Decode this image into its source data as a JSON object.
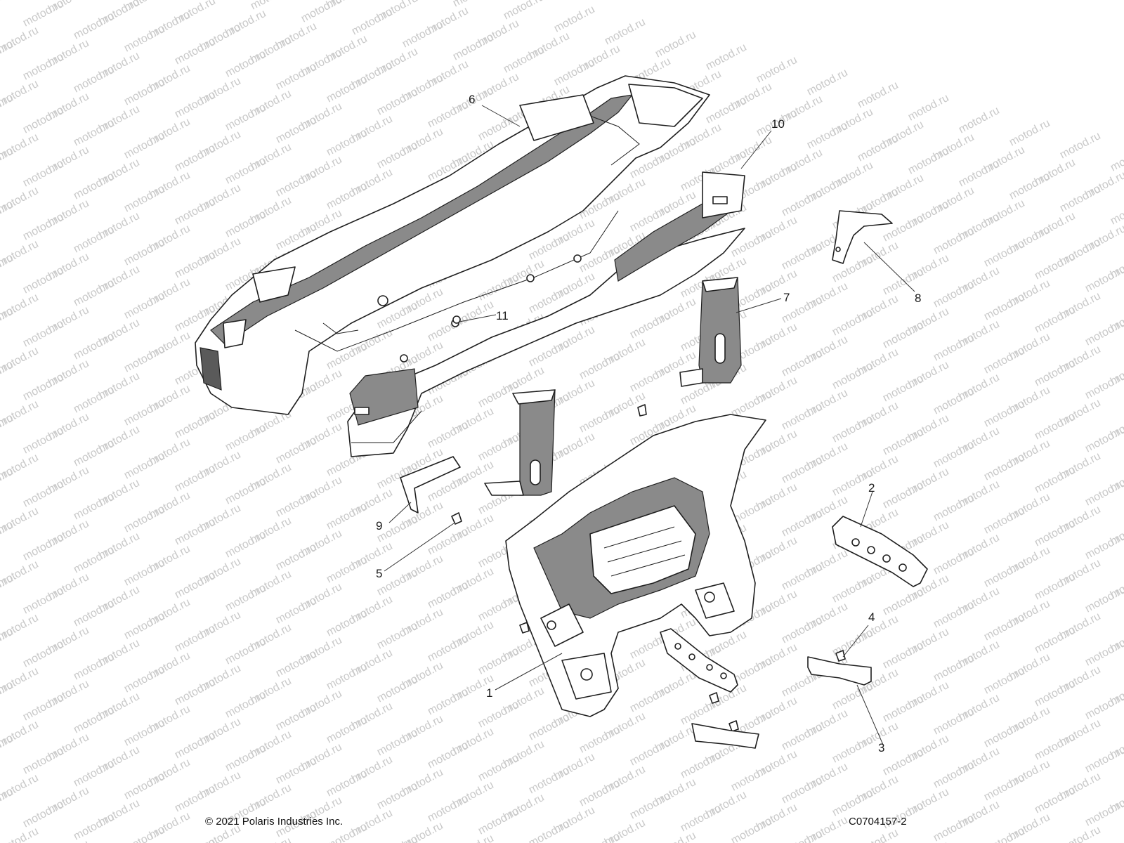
{
  "watermark": {
    "text": "motod.ru"
  },
  "callouts": [
    {
      "id": "1",
      "label": "1"
    },
    {
      "id": "2",
      "label": "2"
    },
    {
      "id": "3",
      "label": "3"
    },
    {
      "id": "4",
      "label": "4"
    },
    {
      "id": "5",
      "label": "5"
    },
    {
      "id": "6",
      "label": "6"
    },
    {
      "id": "7",
      "label": "7"
    },
    {
      "id": "8",
      "label": "8"
    },
    {
      "id": "9",
      "label": "9"
    },
    {
      "id": "10",
      "label": "10"
    },
    {
      "id": "11",
      "label": "11"
    }
  ],
  "footer": {
    "copyright": "© 2021 Polaris Industries Inc.",
    "drawing_number": "C0704157-2"
  }
}
